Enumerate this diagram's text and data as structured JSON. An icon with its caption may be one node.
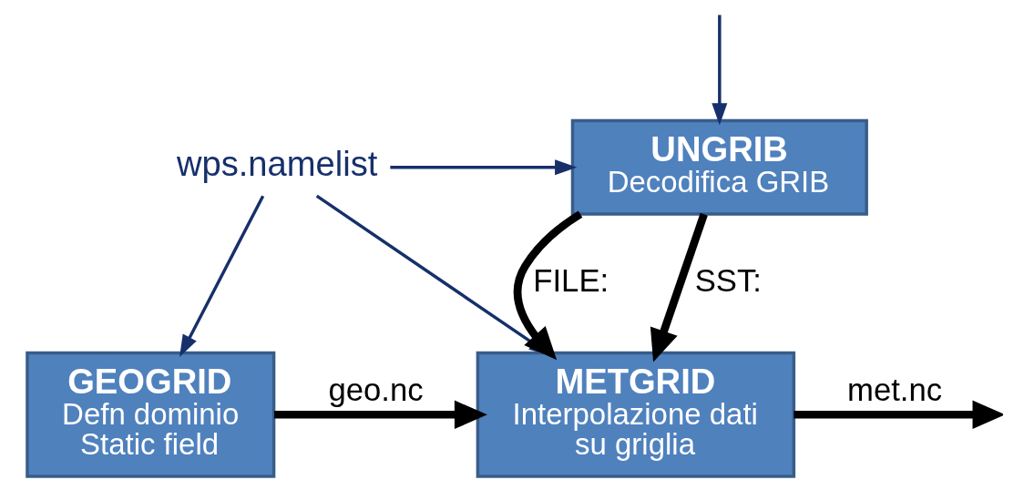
{
  "diagram": {
    "nodes": [
      {
        "text": [
          "wps.namelist"
        ]
      },
      {
        "text": [
          "UNGRIB",
          "Decodifica GRIB"
        ]
      },
      {
        "text": [
          "GEOGRID",
          "Defn dominio Static field"
        ]
      },
      {
        "text": [
          "METGRID",
          "Interpolazione dati su griglia"
        ]
      }
    ],
    "edges": [
      {
        "from": null,
        "to": 1,
        "arrow": "to"
      },
      {
        "from": 0,
        "to": 1,
        "arrow": "to"
      },
      {
        "from": 0,
        "to": 3,
        "arrow": "to"
      },
      {
        "from": 0,
        "to": 2,
        "arrow": "to"
      },
      {
        "from": 1,
        "to": 3,
        "arrow": "to",
        "label": "FILE:",
        "style": "thick",
        "color": "#000000"
      },
      {
        "from": 1,
        "to": 3,
        "arrow": "to",
        "label": "SST:",
        "style": "thick",
        "color": "#000000"
      },
      {
        "from": 2,
        "to": 3,
        "arrow": "to",
        "label": "geo.nc",
        "style": "thick",
        "color": "#000000"
      },
      {
        "from": 3,
        "to": null,
        "arrow": "to",
        "label": "met.nc",
        "style": "thick",
        "color": "#000000"
      }
    ]
  }
}
